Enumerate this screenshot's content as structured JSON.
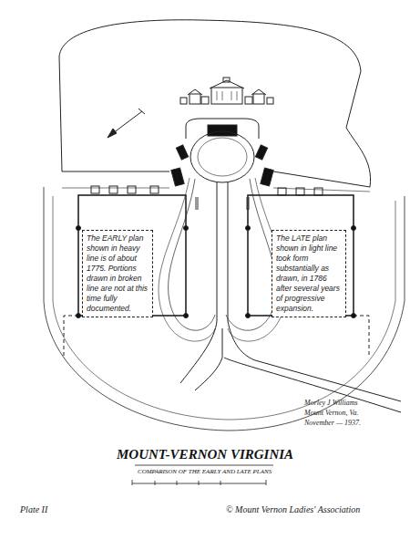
{
  "diagram": {
    "title": "MOUNT-VERNON VIRGINIA",
    "caption": "COMPARISON OF THE EARLY AND LATE PLANS",
    "nodes": [
      {
        "text": [
          "The EARLY plan shown in heavy line is of about 1775. Portions drawn in broken line are not at this time fully documented."
        ]
      },
      {
        "text": [
          "The LATE plan shown in light line took form substantially as drawn, in 1786 after several years of progressive expansion."
        ]
      }
    ],
    "labels": [
      "Morley J Williams",
      "Mount Vernon, Va.",
      "November — 1937.",
      "Plate II",
      "© Mount Vernon Ladies' Association"
    ]
  }
}
